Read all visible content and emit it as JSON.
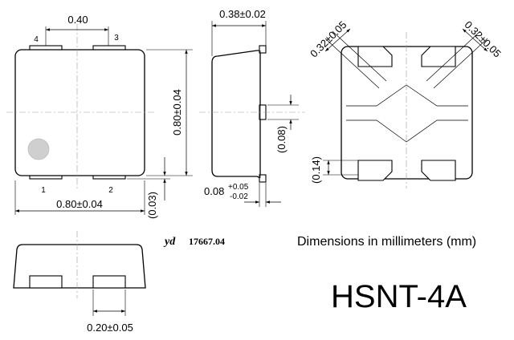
{
  "drawing": {
    "top_view": {
      "pin_labels": [
        "4",
        "3",
        "1",
        "2"
      ],
      "dim_pin_pitch": "0.40",
      "dim_body_width": "0.80±0.04",
      "dim_body_height": "0.80±0.04",
      "dim_pad_extension": "(0.03)"
    },
    "side_view": {
      "dim_height": "0.38±0.02",
      "dim_pad_height": "(0.08)",
      "dim_pad_protrusion": "0.08",
      "tol_plus": "+0.05",
      "tol_minus": "-0.02"
    },
    "bottom_view": {
      "dim_pad_diag_left": "0.32±0.05",
      "dim_pad_diag_right": "0.32±0.05",
      "dim_pad_len": "(0.14)"
    },
    "front_view": {
      "dim_pad_width": "0.20±0.05"
    },
    "doc_mark_italic": "yd",
    "doc_number": "17667.04",
    "units_note": "Dimensions in millimeters (mm)",
    "package_name": "HSNT-4A"
  }
}
